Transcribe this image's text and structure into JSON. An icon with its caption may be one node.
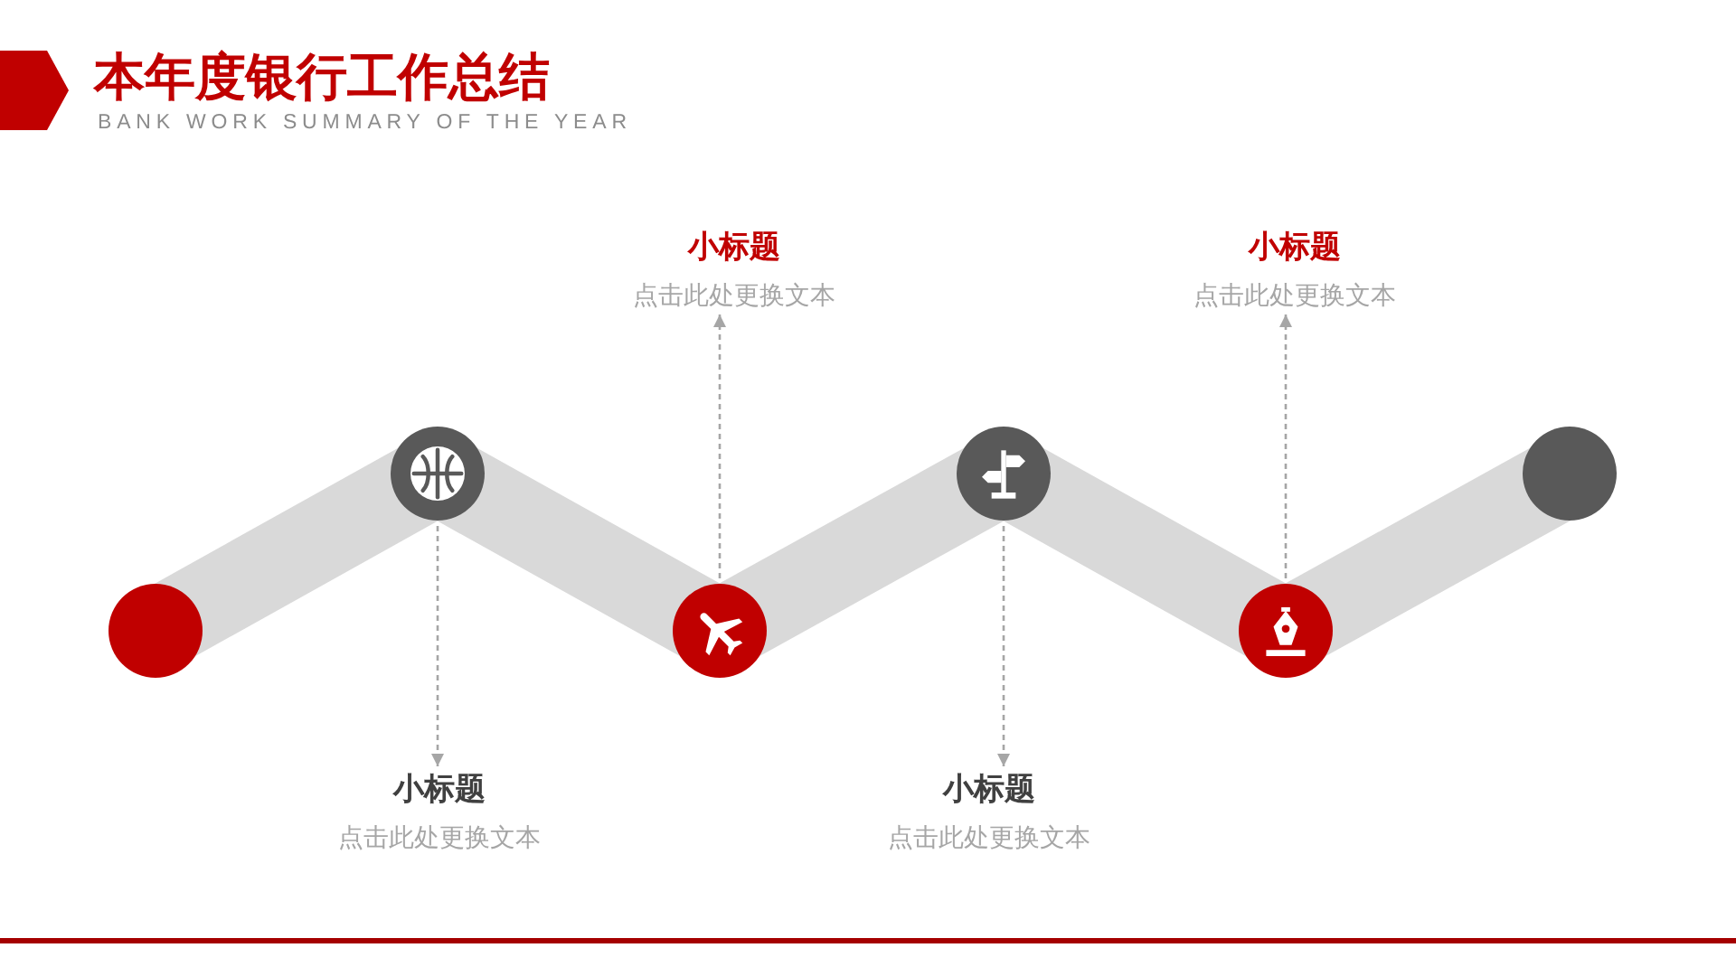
{
  "diagram": {
    "title": "本年度银行工作总结",
    "nodes": [
      {
        "text": [],
        "shape": "circle"
      },
      {
        "text": [],
        "shape": "circle"
      },
      {
        "text": [],
        "shape": "circle"
      },
      {
        "text": [],
        "shape": "circle"
      },
      {
        "text": [],
        "shape": "circle"
      },
      {
        "text": [],
        "shape": "circle"
      },
      {
        "text": [
          "小标题",
          "点击此处更换文本"
        ]
      },
      {
        "text": [
          "小标题",
          "点击此处更换文本"
        ]
      },
      {
        "text": [
          "小标题",
          "点击此处更换文本"
        ]
      },
      {
        "text": [
          "小标题",
          "点击此处更换文本"
        ]
      }
    ],
    "edges": [
      {
        "from": 0,
        "to": 1,
        "arrow": "none"
      },
      {
        "from": 1,
        "to": 2,
        "arrow": "none"
      },
      {
        "from": 2,
        "to": 3,
        "arrow": "none"
      },
      {
        "from": 3,
        "to": 4,
        "arrow": "none"
      },
      {
        "from": 4,
        "to": 5,
        "arrow": "none"
      },
      {
        "from": 1,
        "to": 8,
        "arrow": "to",
        "style": "dashed",
        "color": "#a6a6a6"
      },
      {
        "from": 2,
        "to": 6,
        "arrow": "to",
        "style": "dashed",
        "color": "#a6a6a6"
      },
      {
        "from": 3,
        "to": 9,
        "arrow": "to",
        "style": "dashed",
        "color": "#a6a6a6"
      },
      {
        "from": 4,
        "to": 7,
        "arrow": "to",
        "style": "dashed",
        "color": "#a6a6a6"
      }
    ],
    "labels": [
      "BANK WORK SUMMARY OF THE YEAR"
    ]
  }
}
